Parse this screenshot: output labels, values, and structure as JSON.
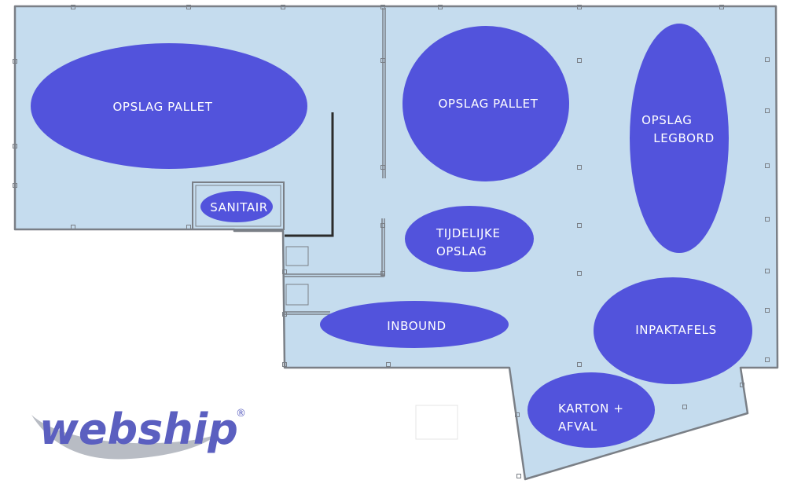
{
  "colors": {
    "floor": "#c5dcee",
    "wall": "#7a7f86",
    "zone": "#5253dc",
    "zone_text": "#ffffff",
    "logo": "#5b5fc0",
    "logo_swoosh": "#b8bcc4"
  },
  "zones": [
    {
      "id": "opslag-pallet-left",
      "lines": [
        "OPSLAG PALLET"
      ]
    },
    {
      "id": "opslag-pallet-right",
      "lines": [
        "OPSLAG PALLET"
      ]
    },
    {
      "id": "opslag-legbord",
      "lines": [
        "OPSLAG",
        "LEGBORD"
      ]
    },
    {
      "id": "sanitair",
      "lines": [
        "SANITAIR"
      ]
    },
    {
      "id": "tijdelijke-opslag",
      "lines": [
        "TIJDELIJKE",
        "OPSLAG"
      ]
    },
    {
      "id": "inbound",
      "lines": [
        "INBOUND"
      ]
    },
    {
      "id": "inpaktafels",
      "lines": [
        "INPAKTAFELS"
      ]
    },
    {
      "id": "karton-afval",
      "lines": [
        "KARTON +",
        "AFVAL"
      ]
    }
  ],
  "logo": {
    "text": "webship",
    "mark": "®"
  }
}
